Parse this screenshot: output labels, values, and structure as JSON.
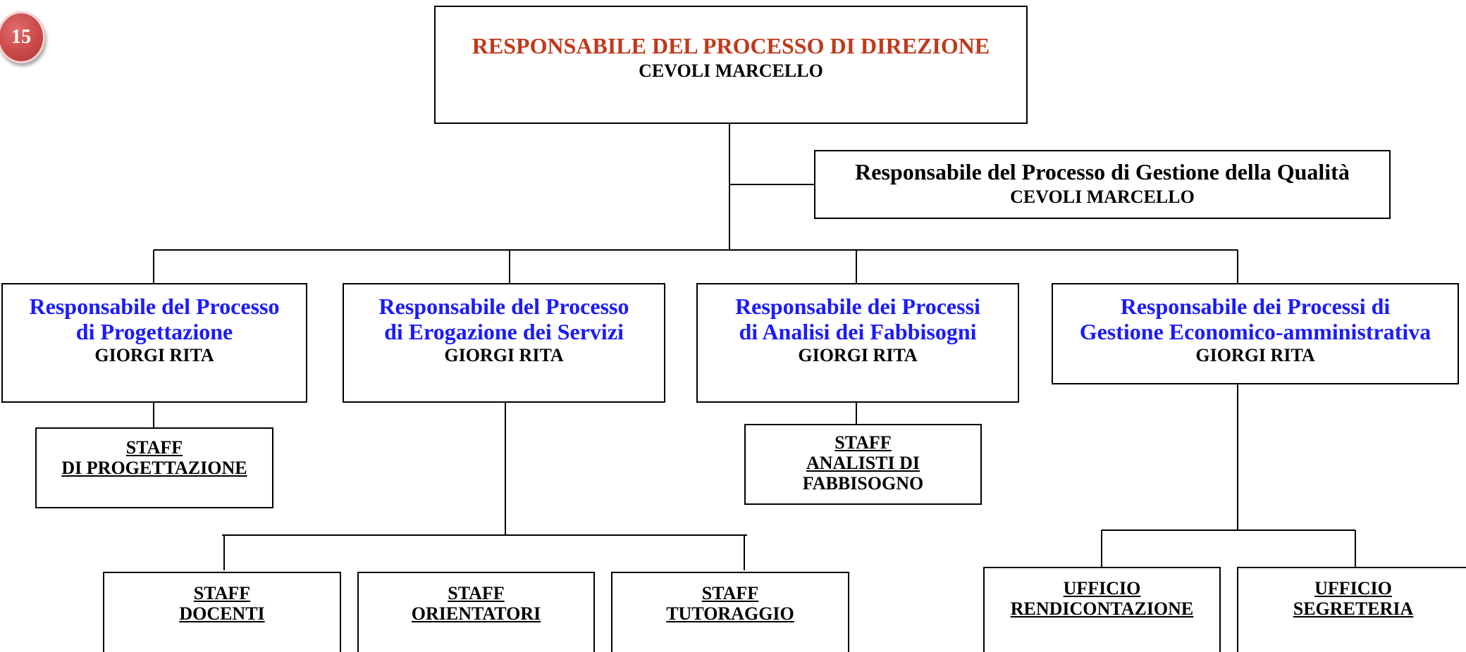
{
  "page_number": "15",
  "director": {
    "role": "RESPONSABILE DEL PROCESSO DI DIREZIONE",
    "person": "CEVOLI MARCELLO"
  },
  "quality": {
    "role": "Responsabile del Processo di Gestione della Qualità",
    "person": "CEVOLI MARCELLO"
  },
  "managers": [
    {
      "role_line1": "Responsabile del Processo",
      "role_line2": "di Progettazione",
      "person": "GIORGI RITA"
    },
    {
      "role_line1": "Responsabile del Processo",
      "role_line2": "di Erogazione dei Servizi",
      "person": "GIORGI RITA"
    },
    {
      "role_line1": "Responsabile dei Processi",
      "role_line2": "di Analisi dei Fabbisogni",
      "person": "GIORGI RITA"
    },
    {
      "role_line1": "Responsabile dei Processi di",
      "role_line2": "Gestione Economico-amministrativa",
      "person": "GIORGI RITA"
    }
  ],
  "units": {
    "staff_progettazione": {
      "line1": "STAFF",
      "line2": "DI PROGETTAZIONE"
    },
    "staff_analisti": {
      "line1": "STAFF",
      "line2": "ANALISTI DI",
      "line3": "FABBISOGNO"
    },
    "staff_docenti": {
      "line1": "STAFF",
      "line2": "DOCENTI"
    },
    "staff_orientatori": {
      "line1": "STAFF",
      "line2": "ORIENTATORI"
    },
    "staff_tutoraggio": {
      "line1": "STAFF",
      "line2": "TUTORAGGIO"
    },
    "ufficio_rendicontazione": {
      "line1": "UFFICIO",
      "line2": "RENDICONTAZIONE"
    },
    "ufficio_segreteria": {
      "line1": "UFFICIO",
      "line2": "SEGRETERIA"
    }
  },
  "colors": {
    "director_title": "#c0391b",
    "manager_title": "#1a1aff",
    "badge": "#c94747",
    "lines": "#000000"
  }
}
